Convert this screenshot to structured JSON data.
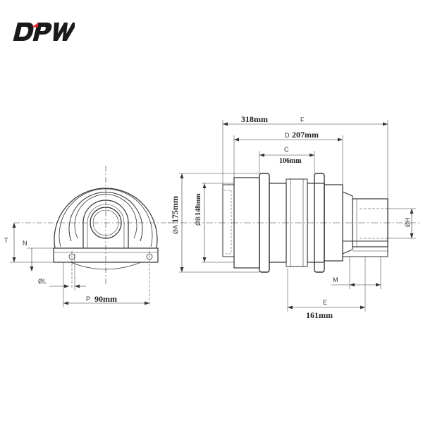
{
  "brand": {
    "logo_text": "DPW",
    "color_dark": "#1a1a1a",
    "color_accent": "#e3262b"
  },
  "drawing": {
    "line_color": "#333333",
    "side_view": {
      "labels": {
        "T": "T",
        "N": "N",
        "L": "ØL",
        "P_letter": "P",
        "P_value": "90mm"
      }
    },
    "front_view": {
      "labels": {
        "F_value": "318mm",
        "F_letter": "F",
        "D_letter": "D",
        "D_value": "207mm",
        "C_letter": "C",
        "C_value": "106mm",
        "A_letter": "ØA",
        "A_value": "175mm",
        "B_letter": "ØB",
        "B_value": "148mm",
        "H_letter": "ØH",
        "M_letter": "M",
        "E_letter": "E",
        "E_value": "161mm"
      }
    }
  }
}
